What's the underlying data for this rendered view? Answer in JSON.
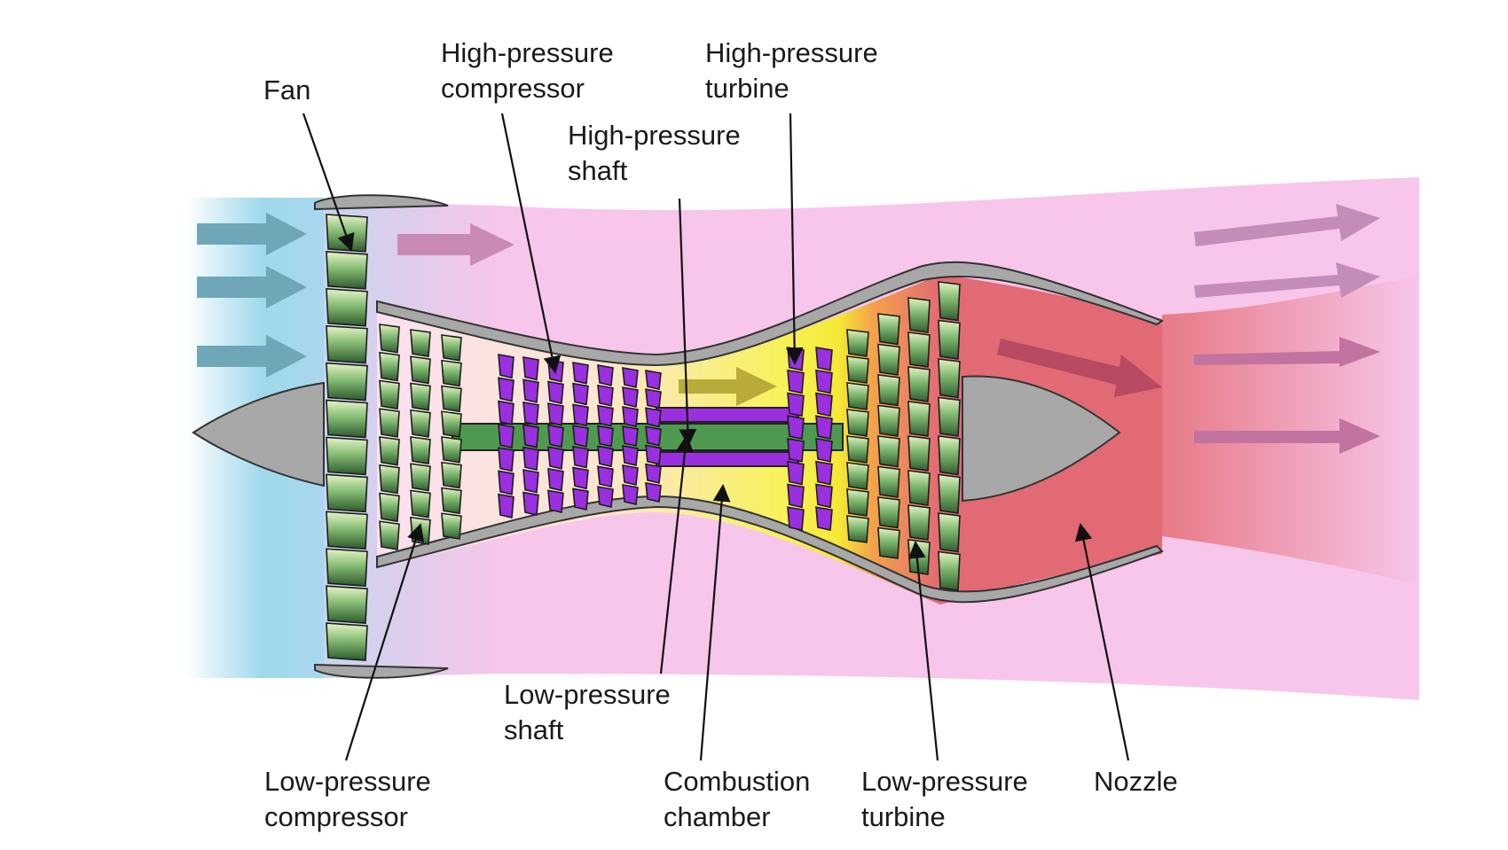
{
  "labels": {
    "fan": [
      "Fan"
    ],
    "high_pressure_compressor": [
      "High-pressure",
      "compressor"
    ],
    "high_pressure_turbine": [
      "High-pressure",
      "turbine"
    ],
    "high_pressure_shaft": [
      "High-pressure",
      "shaft"
    ],
    "low_pressure_shaft": [
      "Low-pressure",
      "shaft"
    ],
    "low_pressure_compressor": [
      "Low-pressure",
      "compressor"
    ],
    "combustion_chamber": [
      "Combustion",
      "chamber"
    ],
    "low_pressure_turbine": [
      "Low-pressure",
      "turbine"
    ],
    "nozzle": [
      "Nozzle"
    ]
  },
  "colors": {
    "intake_air": "#9fd8ec",
    "bypass_air": "#f7c6ea",
    "core_air": "#e06a78",
    "combustion": "#f5ef3c",
    "low_pressure_spool": "#4f9a50",
    "high_pressure_spool": "#9a2fe0",
    "casing": "#a8a8a8"
  }
}
